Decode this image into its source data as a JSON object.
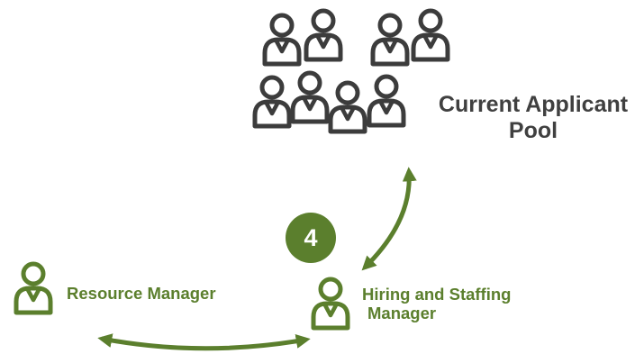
{
  "colors": {
    "accent_green": "#5b7f2d",
    "pool_gray": "#3c3c3c",
    "text_dark": "#404040",
    "white": "#ffffff"
  },
  "labels": {
    "pool": "Current Applicant Pool",
    "resource_manager": "Resource Manager",
    "hiring_manager_line1": "Hiring and Staffing",
    "hiring_manager_line2": "Manager"
  },
  "step_badge": "4",
  "icons": {
    "person": "person-icon",
    "arrow": "double-headed-arrow"
  }
}
